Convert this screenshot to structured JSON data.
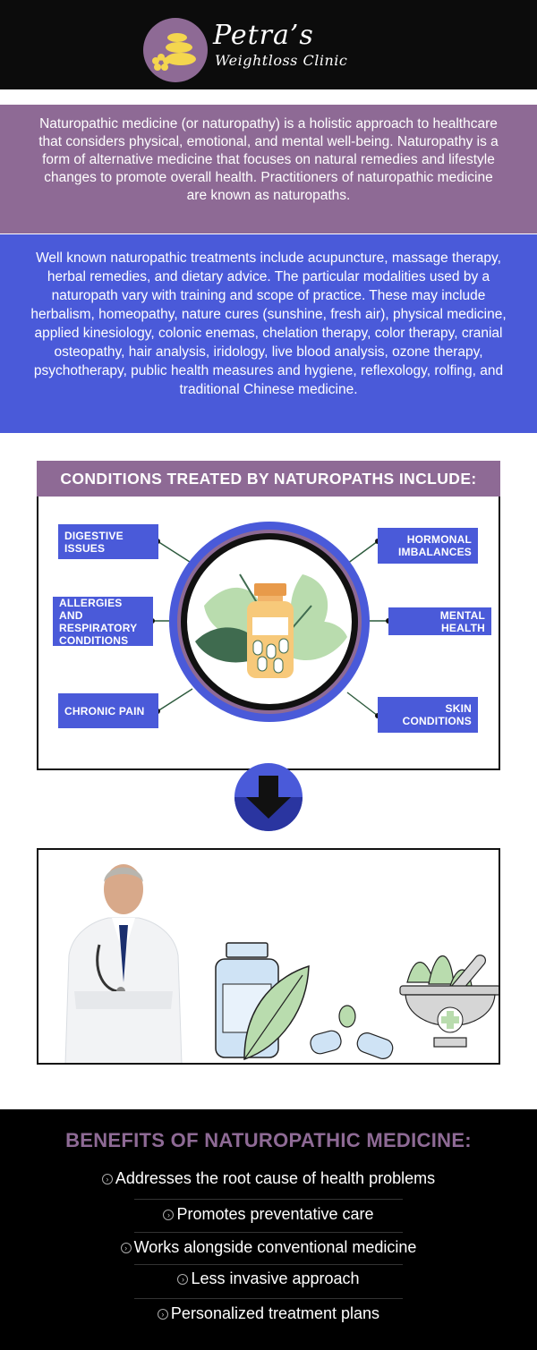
{
  "brand": {
    "name": "Petra’s",
    "subtitle": "Weightloss Clinic",
    "colors": {
      "purple": "#8e6a95",
      "blue": "#4a5ad9",
      "black": "#0c0c0c",
      "yellow": "#f4d64e"
    }
  },
  "intro": {
    "text": "Naturopathic medicine (or naturopathy) is a holistic approach to healthcare that considers physical, emotional, and mental well-being. Naturopathy is a form of alternative medicine that focuses on natural remedies and lifestyle changes to promote overall health. Practitioners of naturopathic medicine are known as naturopaths."
  },
  "treatments": {
    "text": "Well known naturopathic treatments include acupuncture, massage therapy, herbal remedies, and dietary advice. The particular modalities used by a naturopath vary with training and scope of practice. These may include herbalism, homeopathy, nature cures (sunshine, fresh air), physical medicine, applied kinesiology, colonic enemas, chelation therapy, color therapy, cranial osteopathy, hair analysis, iridology, live blood analysis, ozone therapy, psychotherapy, public health measures and hygiene, reflexology, rolfing, and traditional Chinese medicine."
  },
  "conditions": {
    "title": "CONDITIONS TREATED BY NATUROPATHS INCLUDE:",
    "left": [
      {
        "label": "DIGESTIVE\nISSUES"
      },
      {
        "label": "ALLERGIES AND\nRESPIRATORY\nCONDITIONS"
      },
      {
        "label": "CHRONIC PAIN"
      }
    ],
    "right": [
      {
        "label": "HORMONAL\nIMBALANCES"
      },
      {
        "label": "MENTAL HEALTH"
      },
      {
        "label": "SKIN\nCONDITIONS"
      }
    ],
    "center_icon": "medicine-bottle-with-leaves-icon"
  },
  "arrow_icon": "down-arrow-icon",
  "illustration": {
    "icons": [
      "doctor-icon",
      "medicine-jar-with-leaf-icon",
      "capsules-icon",
      "mortar-and-pestle-icon"
    ]
  },
  "benefits": {
    "title": "BENEFITS OF NATUROPATHIC MEDICINE:",
    "bullet_icon": "circle-chevron-icon",
    "items": [
      "Addresses the root cause of health problems",
      "Promotes preventative care",
      "Works alongside conventional medicine",
      "Less invasive approach",
      "Personalized treatment plans"
    ]
  }
}
